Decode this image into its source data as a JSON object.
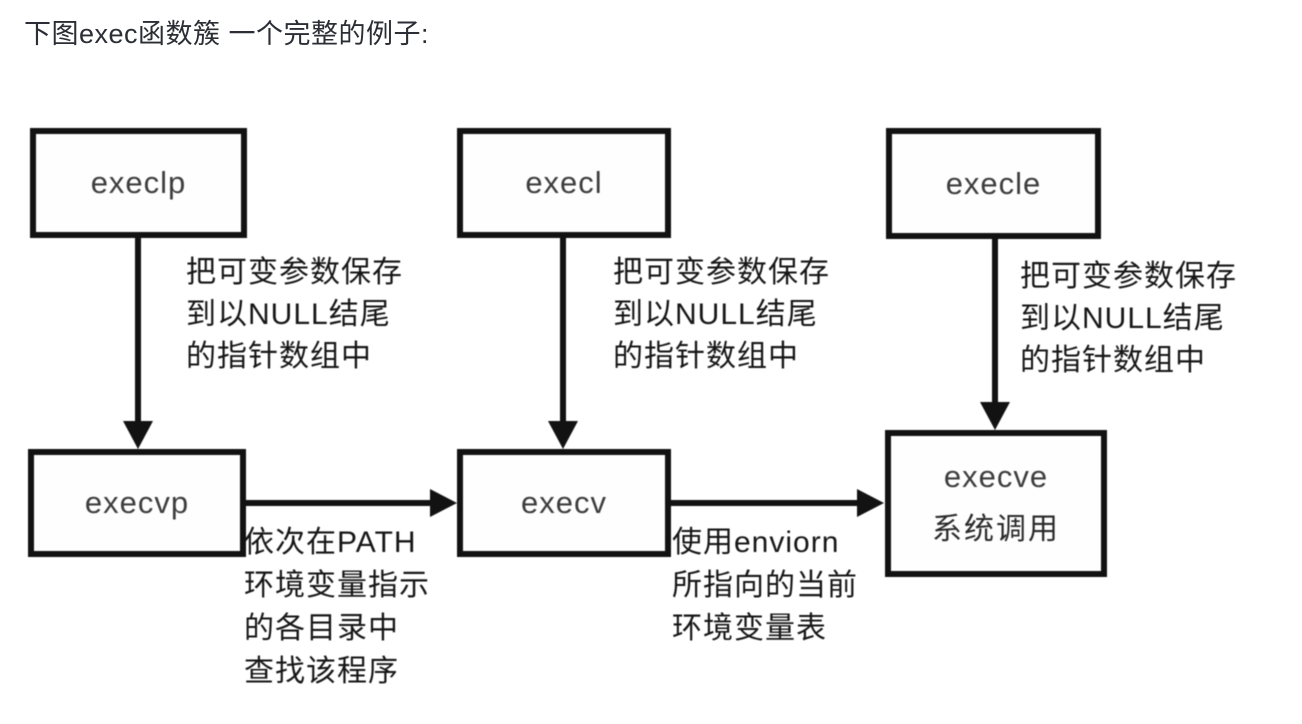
{
  "title": "下图exec函数簇 一个完整的例子:",
  "colors": {
    "background": "#ffffff",
    "box_border": "#121212",
    "arrow": "#121212",
    "box_text": "#3d3d3d",
    "annotation_text": "#161616",
    "title_text": "#2b2e34"
  },
  "nodes": {
    "execlp": {
      "label": "execlp"
    },
    "execl": {
      "label": "execl"
    },
    "execle": {
      "label": "execle"
    },
    "execvp": {
      "label": "execvp"
    },
    "execv": {
      "label": "execv"
    },
    "execve": {
      "label": "execve",
      "sublabel": "系统调用"
    }
  },
  "labels": {
    "save_args": "把可变参数保存\n到以NULL结尾\n的指针数组中",
    "path_search": "依次在PATH\n环境变量指示\n的各目录中\n查找该程序",
    "environ": "使用enviorn\n所指向的当前\n环境变量表"
  },
  "edges": [
    {
      "from": "execlp",
      "to": "execvp",
      "direction": "down",
      "label": "把可变参数保存 到以NULL结尾 的指针数组中"
    },
    {
      "from": "execl",
      "to": "execv",
      "direction": "down",
      "label": "把可变参数保存 到以NULL结尾 的指针数组中"
    },
    {
      "from": "execle",
      "to": "execve",
      "direction": "down",
      "label": "把可变参数保存 到以NULL结尾 的指针数组中"
    },
    {
      "from": "execvp",
      "to": "execv",
      "direction": "right",
      "label": "依次在PATH 环境变量指示 的各目录中 查找该程序"
    },
    {
      "from": "execv",
      "to": "execve",
      "direction": "right",
      "label": "使用enviorn 所指向的当前 环境变量表"
    }
  ]
}
